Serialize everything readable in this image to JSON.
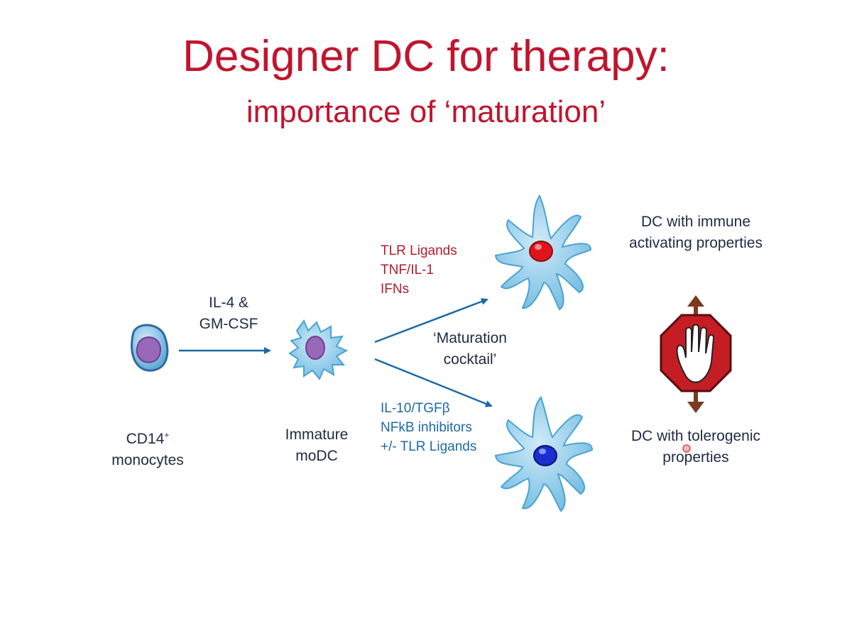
{
  "slide": {
    "title": "Designer DC for therapy:",
    "subtitle": "importance of ‘maturation’"
  },
  "cells": {
    "monocyte": {
      "line1": "CD14",
      "sup": "+",
      "line2": "monocytes"
    },
    "immature": {
      "line1": "Immature",
      "line2": "moDC"
    },
    "activating": {
      "line1": "DC with immune",
      "line2": "activating properties"
    },
    "tolerogenic": {
      "line1": "DC with tolerogenic",
      "line2": "properties"
    }
  },
  "stimuli": {
    "differentiation": {
      "line1": "IL-4 &",
      "line2": "GM-CSF"
    },
    "maturation": {
      "line1": "‘Maturation",
      "line2": "cocktail’"
    },
    "activating": [
      "TLR Ligands",
      "TNF/IL-1",
      "IFNs"
    ],
    "tolerogenic": [
      "IL-10/TGFβ",
      "NFkB inhibitors",
      "+/- TLR Ligands"
    ]
  },
  "colors": {
    "title": "#c0152e",
    "arrow": "#1b6aa6",
    "stop_sign": "#c41e24",
    "double_arrow": "#7a3b1e",
    "cell_body": "#8fcbe8",
    "cell_outline": "#4aa3d2"
  },
  "icons": {
    "stop_sign": "stop-hand-icon",
    "double_arrow": "vertical-double-arrow-icon"
  }
}
